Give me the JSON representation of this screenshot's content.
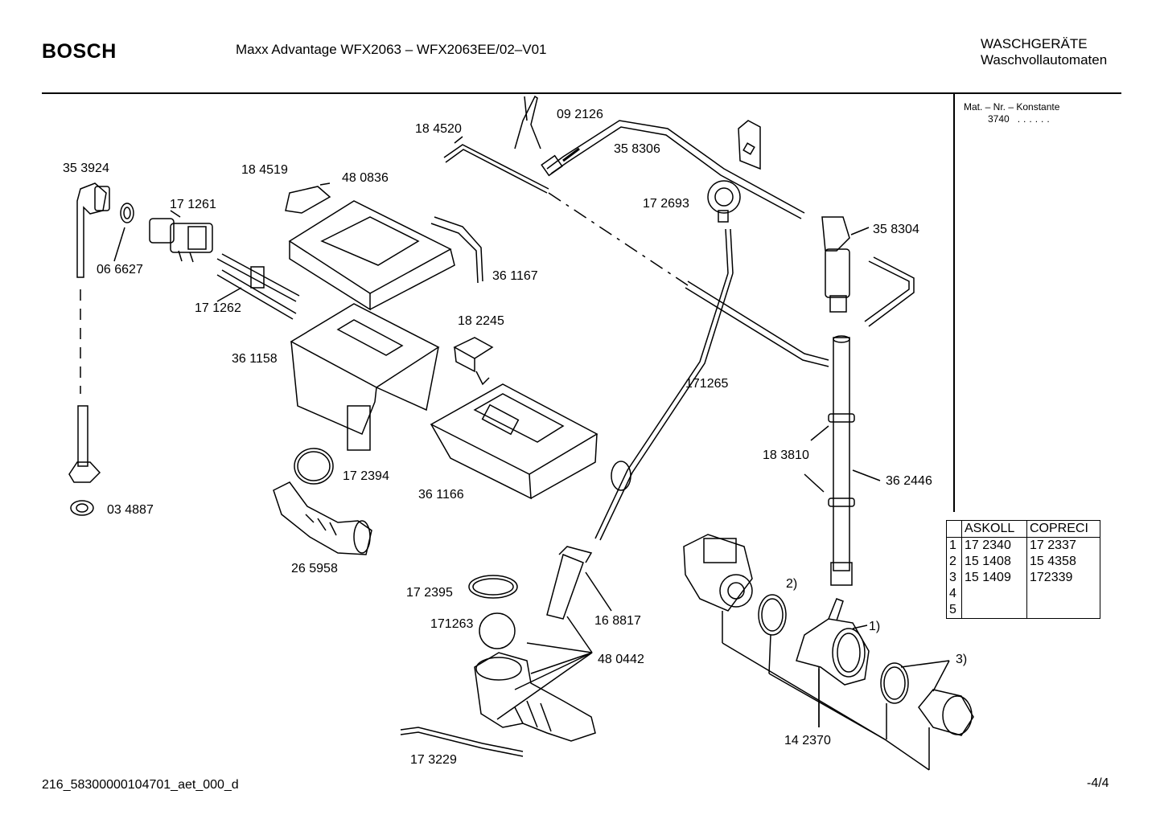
{
  "header": {
    "logo": "BOSCH",
    "title": "Maxx Advantage WFX2063 – WFX2063EE/02–V01",
    "category_line1": "WASCHGERÄTE",
    "category_line2": "Waschvollautomaten"
  },
  "material_box": {
    "label": "Mat. – Nr. – Konstante",
    "value": "3740",
    "dots": "......"
  },
  "parts": [
    {
      "id": "p-092126",
      "text": "09 2126"
    },
    {
      "id": "p-184520",
      "text": "18 4520"
    },
    {
      "id": "p-358306",
      "text": "35 8306"
    },
    {
      "id": "p-353924",
      "text": "35 3924"
    },
    {
      "id": "p-184519",
      "text": "18 4519"
    },
    {
      "id": "p-480836",
      "text": "48 0836"
    },
    {
      "id": "p-171261",
      "text": "17 1261"
    },
    {
      "id": "p-172693",
      "text": "17 2693"
    },
    {
      "id": "p-358304",
      "text": "35 8304"
    },
    {
      "id": "p-066627",
      "text": "06 6627"
    },
    {
      "id": "p-361167",
      "text": "36 1167"
    },
    {
      "id": "p-171262",
      "text": "17 1262"
    },
    {
      "id": "p-182245",
      "text": "18 2245"
    },
    {
      "id": "p-361158",
      "text": "36 1158"
    },
    {
      "id": "p-171265",
      "text": "171265"
    },
    {
      "id": "p-183810",
      "text": "18 3810"
    },
    {
      "id": "p-362446",
      "text": "36 2446"
    },
    {
      "id": "p-172394",
      "text": "17 2394"
    },
    {
      "id": "p-361166",
      "text": "36 1166"
    },
    {
      "id": "p-034887",
      "text": "03 4887"
    },
    {
      "id": "p-265958",
      "text": "26 5958"
    },
    {
      "id": "p-172395",
      "text": "17 2395"
    },
    {
      "id": "p-168817",
      "text": "16 8817"
    },
    {
      "id": "p-171263",
      "text": "171263"
    },
    {
      "id": "p-480442",
      "text": "48 0442"
    },
    {
      "id": "p-142370",
      "text": "14 2370"
    },
    {
      "id": "p-173229",
      "text": "17 3229"
    },
    {
      "id": "p-ref1",
      "text": "1)"
    },
    {
      "id": "p-ref2",
      "text": "2)"
    },
    {
      "id": "p-ref3",
      "text": "3)"
    }
  ],
  "supplier_table": {
    "headers": [
      "ASKOLL",
      "COPRECI"
    ],
    "rows": [
      {
        "idx": "1",
        "askoll": "17 2340",
        "copreci": "17 2337"
      },
      {
        "idx": "2",
        "askoll": "15 1408",
        "copreci": "15 4358"
      },
      {
        "idx": "3",
        "askoll": "15 1409",
        "copreci": "172339"
      },
      {
        "idx": "4",
        "askoll": "",
        "copreci": ""
      },
      {
        "idx": "5",
        "askoll": "",
        "copreci": ""
      }
    ]
  },
  "footer": {
    "drawing_id": "216_58300000104701_aet_000_d",
    "page": "-4/4"
  }
}
